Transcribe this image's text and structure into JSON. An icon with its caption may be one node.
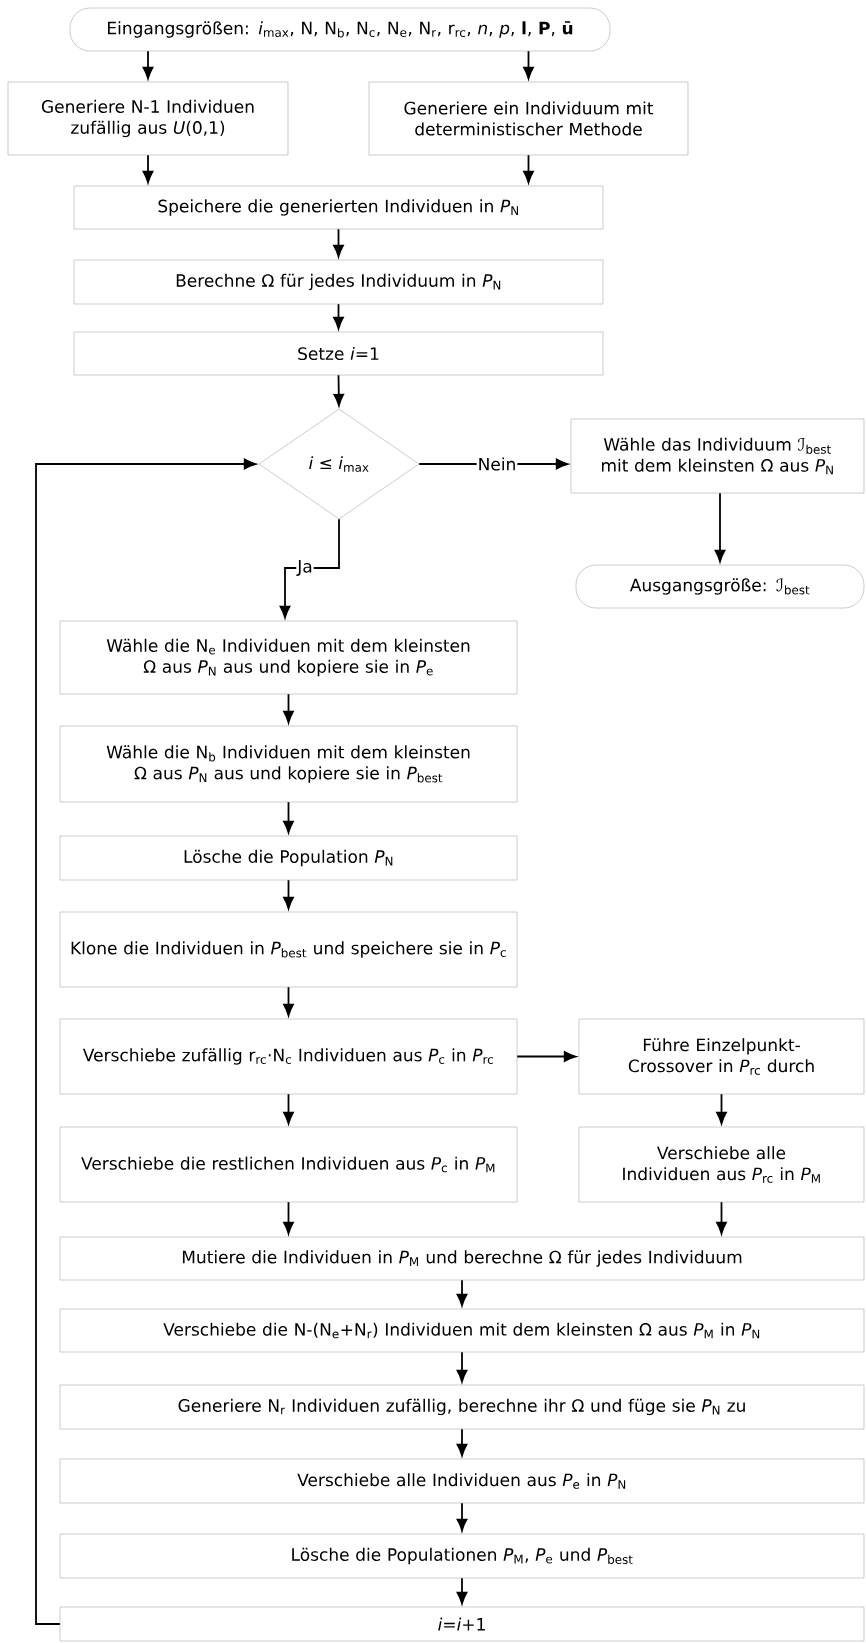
{
  "diagram": {
    "nodes": [
      {
        "text": [
          "Eingangsgrößen: *i*$_{max}$, N, N$_{b}$, N$_{c}$, N$_{e}$, N$_{r}$, r$_{rc}$, *n*, *p*, **l**, **P**, **ū**"
        ]
      },
      {
        "text": [
          "Generiere N-1 Individuen zufällig aus *U*(0,1)"
        ]
      },
      {
        "text": [
          "Generiere ein Individuum mit deterministischer Methode"
        ]
      },
      {
        "text": [
          "Speichere die generierten Individuen in *P*$_{N}$"
        ]
      },
      {
        "text": [
          "Berechne Ω für jedes Individuum in *P*$_{N}$"
        ]
      },
      {
        "text": [
          "Setze *i*=1"
        ]
      },
      {
        "text": [
          "*i* ≤ *i*$_{max}$"
        ]
      },
      {
        "text": [
          "Wähle das Individuum ℐ$_{best}$ mit dem kleinsten Ω aus *P*$_{N}$"
        ]
      },
      {
        "text": [
          "Ausgangsgröße: ℐ$_{best}$"
        ]
      },
      {
        "text": [
          "Wähle die N$_{e}$ Individuen mit dem kleinsten Ω aus *P*$_{N}$ aus und kopiere sie in *P*$_{e}$"
        ]
      },
      {
        "text": [
          "Wähle die N$_{b}$ Individuen mit dem kleinsten Ω aus *P*$_{N}$ aus und kopiere sie in *P*$_{best}$"
        ]
      },
      {
        "text": [
          "Lösche die Population *P*$_{N}$"
        ]
      },
      {
        "text": [
          "Klone die Individuen in *P*$_{best}$ und speichere sie in *P*$_{c}$"
        ]
      },
      {
        "text": [
          "Verschiebe zufällig r$_{rc}$·N$_{c}$ Individuen aus *P*$_{c}$ in *P*$_{rc}$"
        ]
      },
      {
        "text": [
          "Führe Einzelpunkt-Crossover in *P*$_{rc}$ durch"
        ]
      },
      {
        "text": [
          "Verschiebe die restlichen Individuen aus *P*$_{c}$ in *P*$_{M}$"
        ]
      },
      {
        "text": [
          "Verschiebe alle Individuen aus *P*$_{rc}$ in *P*$_{M}$"
        ]
      },
      {
        "text": [
          "Mutiere die Individuen in *P*$_{M}$ und berechne Ω für jedes Individuum"
        ]
      },
      {
        "text": [
          "Verschiebe die N-(N$_{e}$+N$_{r}$) Individuen mit dem kleinsten Ω aus *P*$_{M}$ in *P*$_{N}$"
        ]
      },
      {
        "text": [
          "Generiere N$_{r}$ Individuen zufällig, berechne ihr Ω und füge sie *P*$_{N}$ zu"
        ]
      },
      {
        "text": [
          "Verschiebe alle Individuen aus *P*$_{e}$ in *P*$_{N}$"
        ]
      },
      {
        "text": [
          "Lösche die Populationen *P*$_{M}$, *P*$_{e}$ und *P*$_{best}$"
        ]
      },
      {
        "text": [
          "*i*=*i*+1"
        ]
      }
    ],
    "edges": [
      {
        "from": 0,
        "to": 1,
        "arrow": "to"
      },
      {
        "from": 0,
        "to": 2,
        "arrow": "to"
      },
      {
        "from": 1,
        "to": 3,
        "arrow": "to"
      },
      {
        "from": 2,
        "to": 3,
        "arrow": "to"
      },
      {
        "from": 3,
        "to": 4,
        "arrow": "to"
      },
      {
        "from": 4,
        "to": 5,
        "arrow": "to"
      },
      {
        "from": 5,
        "to": 6,
        "arrow": "to"
      },
      {
        "from": 6,
        "to": 7,
        "arrow": "to",
        "label": "Nein"
      },
      {
        "from": 7,
        "to": 8,
        "arrow": "to"
      },
      {
        "from": 6,
        "to": 9,
        "arrow": "to",
        "label": "Ja"
      },
      {
        "from": 9,
        "to": 10,
        "arrow": "to"
      },
      {
        "from": 10,
        "to": 11,
        "arrow": "to"
      },
      {
        "from": 11,
        "to": 12,
        "arrow": "to"
      },
      {
        "from": 12,
        "to": 13,
        "arrow": "to"
      },
      {
        "from": 13,
        "to": 14,
        "arrow": "to"
      },
      {
        "from": 13,
        "to": 15,
        "arrow": "to"
      },
      {
        "from": 14,
        "to": 16,
        "arrow": "to"
      },
      {
        "from": 15,
        "to": 17,
        "arrow": "to"
      },
      {
        "from": 16,
        "to": 17,
        "arrow": "to"
      },
      {
        "from": 17,
        "to": 18,
        "arrow": "to"
      },
      {
        "from": 18,
        "to": 19,
        "arrow": "to"
      },
      {
        "from": 19,
        "to": 20,
        "arrow": "to"
      },
      {
        "from": 20,
        "to": 21,
        "arrow": "to"
      },
      {
        "from": 21,
        "to": 22,
        "arrow": "to"
      },
      {
        "from": 22,
        "to": 6,
        "arrow": "to"
      }
    ]
  }
}
